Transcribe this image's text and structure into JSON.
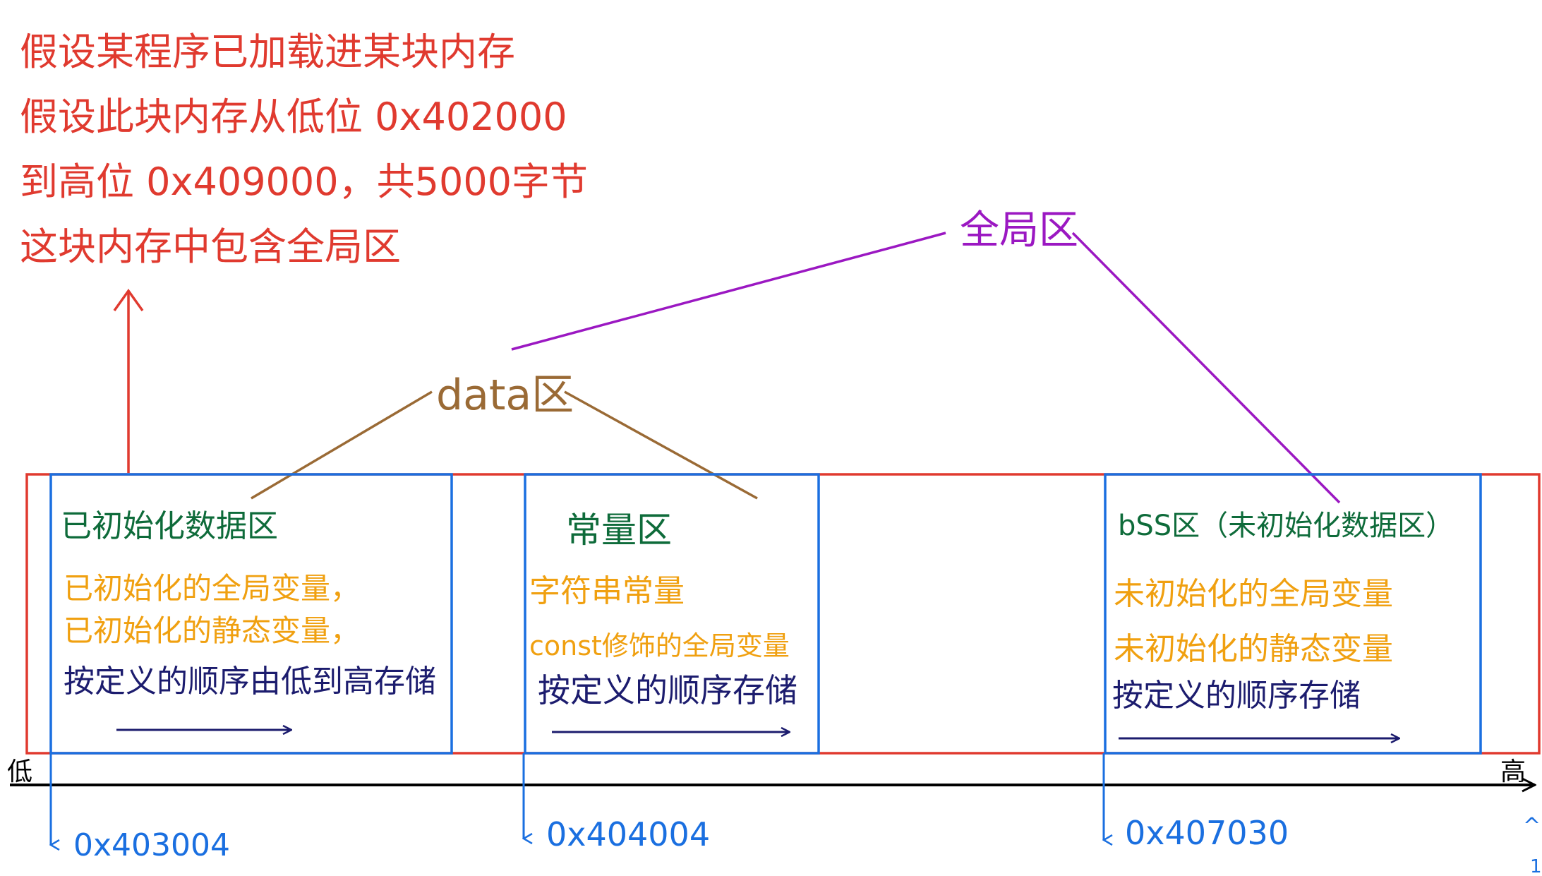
{
  "intro_note": {
    "lines": [
      "假设某程序已加载进某块内存",
      "假设此块内存从低位 0x402000",
      "到高位 0x409000，共5000字节",
      "这块内存中包含全局区"
    ],
    "color": "#e03a2f"
  },
  "labels": {
    "global_area": "全局区",
    "data_area": "data区",
    "low": "低",
    "high": "高",
    "corner_glyph": "^",
    "corner_digit": "1"
  },
  "blocks": {
    "initialized": {
      "title": "已初始化数据区",
      "items": [
        "已初始化的全局变量，",
        "已初始化的静态变量，"
      ],
      "order_note": "按定义的顺序由低到高存储",
      "address": "0x403004"
    },
    "constant": {
      "title": "常量区",
      "items": [
        "字符串常量",
        "const修饰的全局变量"
      ],
      "order_note": "按定义的顺序存储",
      "address": "0x404004"
    },
    "bss": {
      "title": "bSS区（未初始化数据区）",
      "items": [
        "未初始化的全局变量",
        "未初始化的静态变量"
      ],
      "order_note": "按定义的顺序存储",
      "address": "0x407030"
    }
  },
  "colors": {
    "memory_border": "#e03a2f",
    "block_border": "#1a6fe0",
    "title_green": "#0e6b3a",
    "item_orange": "#f0a010",
    "order_navy": "#1c1c6e",
    "address_blue": "#1a6fe0",
    "global_purple": "#9b18c2",
    "data_brown": "#9a6a35",
    "axis": "#000000"
  }
}
